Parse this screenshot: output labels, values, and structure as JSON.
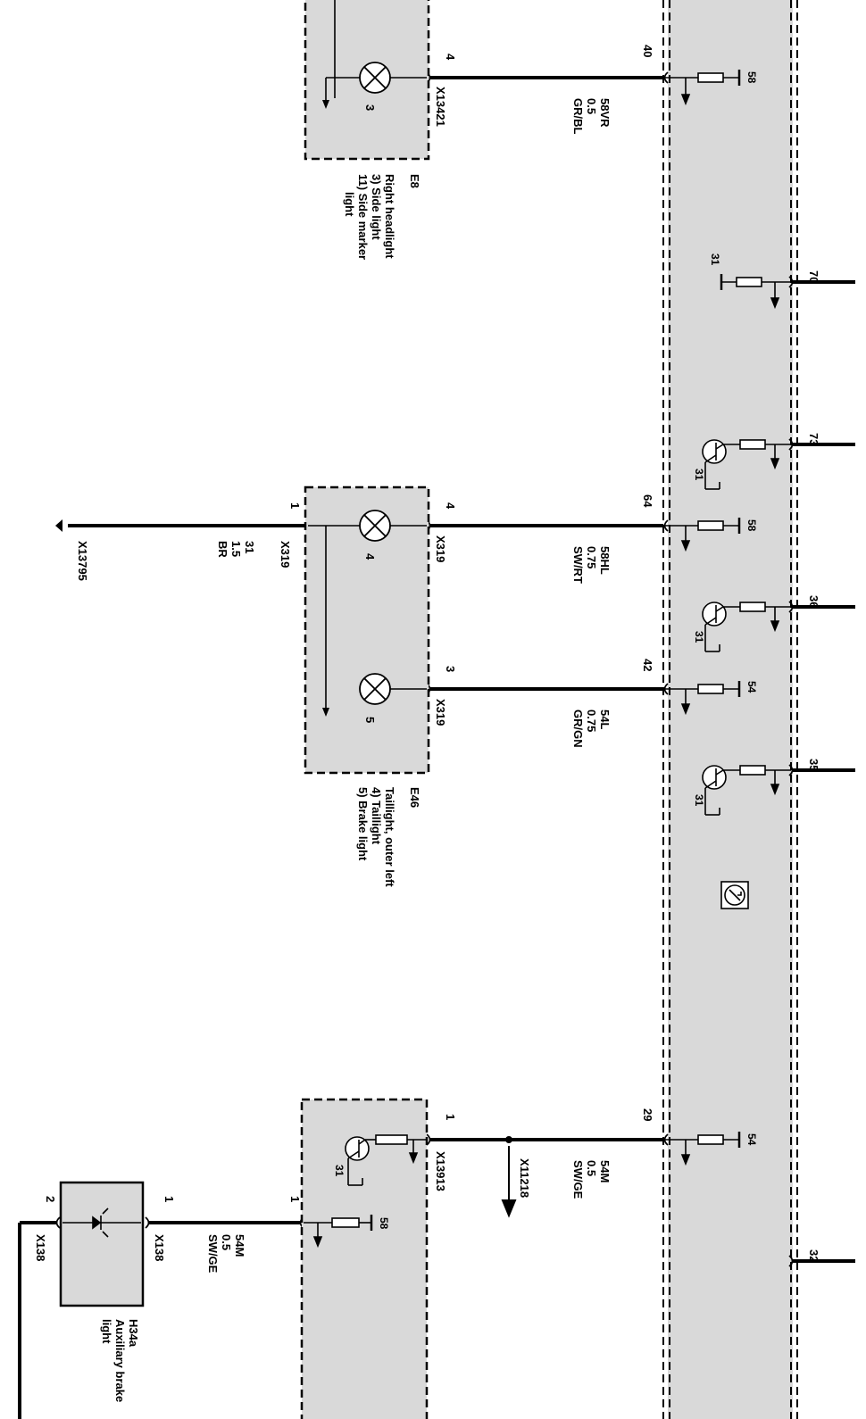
{
  "components": {
    "e8": {
      "id": "E8",
      "line1": "Right headlight",
      "line2": "3) Side light",
      "line3": "11) Side marker",
      "line4": "light",
      "lamp_pin": "3",
      "plug_pin": "4",
      "connector": "X13421"
    },
    "e46": {
      "id": "E46",
      "line1": "Taillight, outer left",
      "line2": "4) Taillight",
      "line3": "5) Brake light",
      "lamp_pin_a": "4",
      "lamp_pin_b": "5",
      "plug_pin_a": "4",
      "plug_pin_b": "3",
      "connector_a": "X319",
      "connector_b": "X319",
      "ground_pin": "1",
      "ground_connector": "X319"
    },
    "third_box": {
      "connector": "X13913",
      "pin_top": "1",
      "pin_bottom": "1",
      "transistor_ref": "31",
      "resistor_ref": "58"
    },
    "h34a": {
      "id": "H34a",
      "line1": "Auxiliary brake",
      "line2": "light",
      "pin_a": "1",
      "pin_b": "2",
      "connector_a": "X138",
      "connector_b": "X138"
    }
  },
  "wires": {
    "w40": {
      "pin": "40",
      "signal": "58VR",
      "size": "0.5",
      "color": "GR/BL"
    },
    "w64": {
      "pin": "64",
      "signal": "58HL",
      "size": "0.75",
      "color": "SW/RT"
    },
    "w42": {
      "pin": "42",
      "signal": "54L",
      "size": "0.75",
      "color": "GR/GN"
    },
    "w29": {
      "pin": "29",
      "signal": "54M",
      "size": "0.5",
      "color": "SW/GE"
    },
    "wg": {
      "signal": "31",
      "size": "1.5",
      "color": "BR",
      "ground_ref": "X13795"
    },
    "wh": {
      "signal": "54M",
      "size": "0.5",
      "color": "SW/GE"
    },
    "splice": "X11218"
  },
  "module_pins": {
    "p70": "70",
    "p73": "73",
    "p36": "36",
    "p35": "35",
    "p32": "32"
  },
  "internal": {
    "r58_a": "58",
    "r31": "31",
    "t31_a": "31",
    "r58_b": "58",
    "t31_b": "31",
    "r54_a": "54",
    "t31_c": "31",
    "r54_b": "54"
  },
  "colors": {
    "module_fill": "#d9d9d9",
    "line": "#000000"
  }
}
